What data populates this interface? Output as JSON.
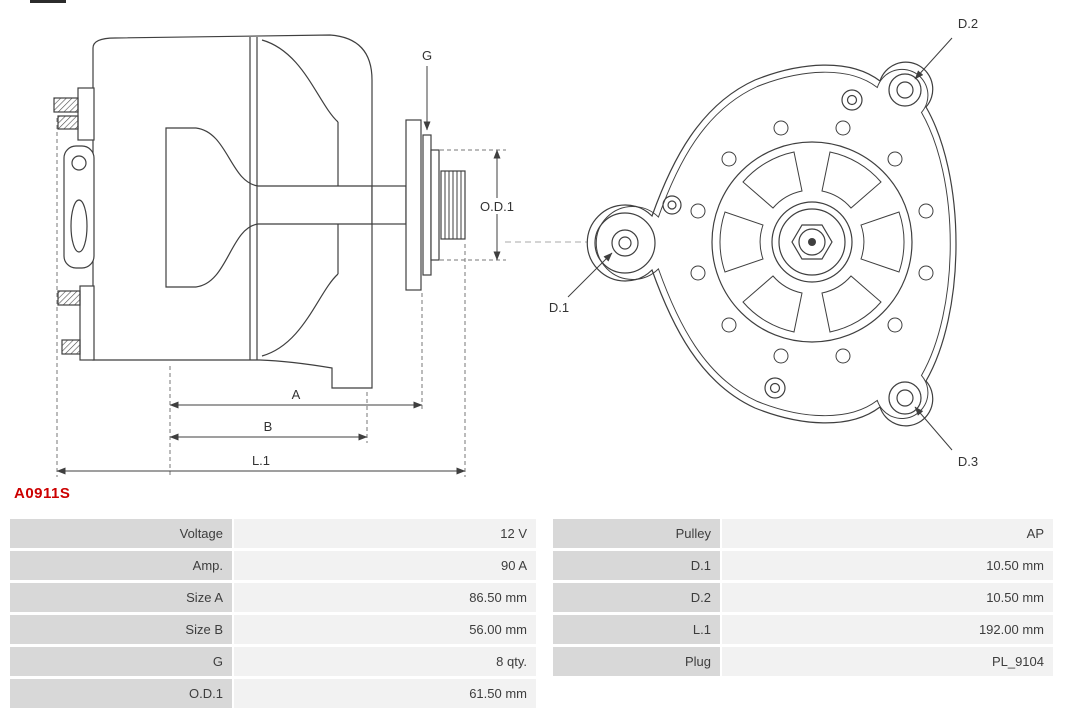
{
  "part_number": "A0911S",
  "drawing": {
    "side_view_labels": {
      "g": "G",
      "od1": "O.D.1",
      "a": "A",
      "b": "B",
      "l1": "L.1"
    },
    "front_view_labels": {
      "d1": "D.1",
      "d2": "D.2",
      "d3": "D.3"
    },
    "line_color": "#3f3f3f",
    "accent_red": "#cc0000"
  },
  "table": {
    "rows": [
      {
        "label_left": "Voltage",
        "value_left": "12 V",
        "label_right": "Pulley",
        "value_right": "AP"
      },
      {
        "label_left": "Amp.",
        "value_left": "90 A",
        "label_right": "D.1",
        "value_right": "10.50 mm"
      },
      {
        "label_left": "Size A",
        "value_left": "86.50 mm",
        "label_right": "D.2",
        "value_right": "10.50 mm"
      },
      {
        "label_left": "Size B",
        "value_left": "56.00 mm",
        "label_right": "L.1",
        "value_right": "192.00 mm"
      },
      {
        "label_left": "G",
        "value_left": "8 qty.",
        "label_right": "Plug",
        "value_right": "PL_9104"
      },
      {
        "label_left": "O.D.1",
        "value_left": "61.50 mm",
        "label_right": "",
        "value_right": ""
      }
    ]
  }
}
